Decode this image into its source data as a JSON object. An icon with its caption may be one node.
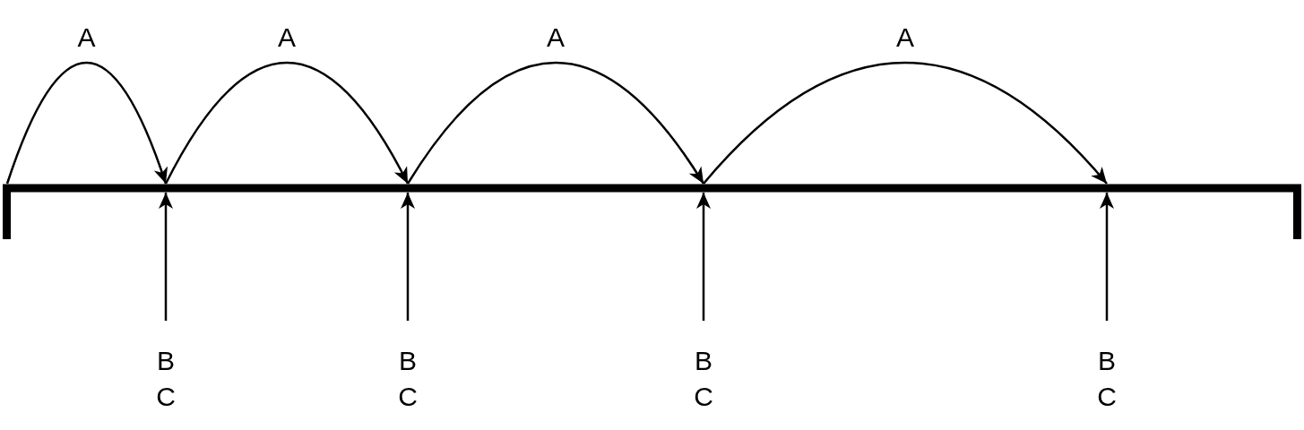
{
  "diagram": {
    "nodes": [
      {
        "text": [],
        "shape": "bar"
      },
      {
        "text": [
          "B",
          "C"
        ]
      },
      {
        "text": [
          "B",
          "C"
        ]
      },
      {
        "text": [
          "B",
          "C"
        ]
      },
      {
        "text": [
          "B",
          "C"
        ]
      }
    ],
    "edges": [
      {
        "from": 0,
        "to": 0,
        "arrow": "to",
        "label": "A"
      },
      {
        "from": 0,
        "to": 0,
        "arrow": "to",
        "label": "A"
      },
      {
        "from": 0,
        "to": 0,
        "arrow": "to",
        "label": "A"
      },
      {
        "from": 0,
        "to": 0,
        "arrow": "to",
        "label": "A"
      },
      {
        "from": 1,
        "to": 0,
        "arrow": "to"
      },
      {
        "from": 2,
        "to": 0,
        "arrow": "to"
      },
      {
        "from": 3,
        "to": 0,
        "arrow": "to"
      },
      {
        "from": 4,
        "to": 0,
        "arrow": "to"
      }
    ]
  }
}
